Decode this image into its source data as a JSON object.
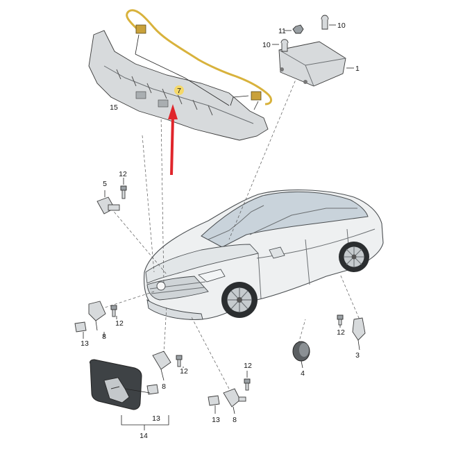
{
  "callouts": {
    "c1": "1",
    "c3": "3",
    "c4": "4",
    "c5": "5",
    "c7": "7",
    "c8a": "8",
    "c8b": "8",
    "c10a": "10",
    "c10b": "10",
    "c11": "11",
    "c12a": "12",
    "c12b": "12",
    "c12c": "12",
    "c12d": "12",
    "c12e": "12",
    "c13a": "13",
    "c13b": "13",
    "c13c": "13",
    "c14": "14",
    "c15": "15"
  },
  "colors": {
    "harness": "#d8b23c",
    "connector": "#c9a13a",
    "highlight_marker": "#f4d86a",
    "arrow": "#e0252b",
    "car_body": "#eef0f1",
    "part_fill": "#d7dadc"
  },
  "icons": {
    "arrow": "red-arrow-icon",
    "marker": "callout-marker-icon"
  }
}
